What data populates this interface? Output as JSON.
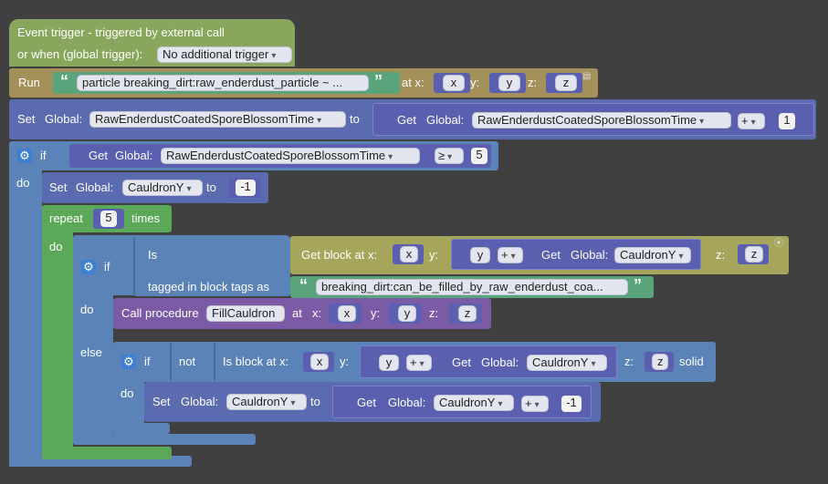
{
  "event": {
    "title": "Event trigger - triggered by external call",
    "or_when": "or when (global trigger):",
    "trigger_option": "No additional trigger"
  },
  "run": {
    "label": "Run",
    "particle": "particle breaking_dirt:raw_enderdust_particle ~ ...",
    "at_x": "at x:",
    "y_label": "y:",
    "z_label": "z:",
    "x_var": "x",
    "y_var": "y",
    "z_var": "z"
  },
  "set1": {
    "set": "Set",
    "global": "Global:",
    "var": "RawEnderdustCoatedSporeBlossomTime",
    "to": "to",
    "get": "Get",
    "get_global": "Global:",
    "get_var": "RawEnderdustCoatedSporeBlossomTime",
    "op": "+",
    "value": "1"
  },
  "if1": {
    "if": "if",
    "do": "do",
    "get": "Get",
    "global": "Global:",
    "var": "RawEnderdustCoatedSporeBlossomTime",
    "op": "≥",
    "value": "5"
  },
  "set2": {
    "set": "Set",
    "global": "Global:",
    "var": "CauldronY",
    "to": "to",
    "value": "-1"
  },
  "repeat": {
    "repeat": "repeat",
    "count": "5",
    "times": "times",
    "do": "do"
  },
  "if2": {
    "if": "if",
    "do": "do",
    "else": "else",
    "is": "Is",
    "get_block": "Get block at x:",
    "x_var": "x",
    "y_label": "y:",
    "y_var": "y",
    "op": "+",
    "get": "Get",
    "global": "Global:",
    "var": "CauldronY",
    "z_label": "z:",
    "z_var": "z",
    "tagged": "tagged in block tags as",
    "tag": "breaking_dirt:can_be_filled_by_raw_enderdust_coa..."
  },
  "call": {
    "label": "Call procedure",
    "procedure": "FillCauldron",
    "at_x": "at",
    "x_label": "x:",
    "x_var": "x",
    "y_label": "y:",
    "y_var": "y",
    "z_label": "z:",
    "z_var": "z"
  },
  "if3": {
    "if": "if",
    "do": "do",
    "not": "not",
    "is_block": "Is block at x:",
    "x_var": "x",
    "y_label": "y:",
    "y_var": "y",
    "op": "+",
    "get": "Get",
    "global": "Global:",
    "var": "CauldronY",
    "z_label": "z:",
    "z_var": "z",
    "solid": "solid"
  },
  "set3": {
    "set": "Set",
    "global": "Global:",
    "var": "CauldronY",
    "to": "to",
    "get": "Get",
    "get_global": "Global:",
    "get_var": "CauldronY",
    "op": "+",
    "value": "-1"
  },
  "icons": {
    "gear": "⚙",
    "quote_open": "“",
    "quote_close": "”",
    "arrow": "▾"
  }
}
